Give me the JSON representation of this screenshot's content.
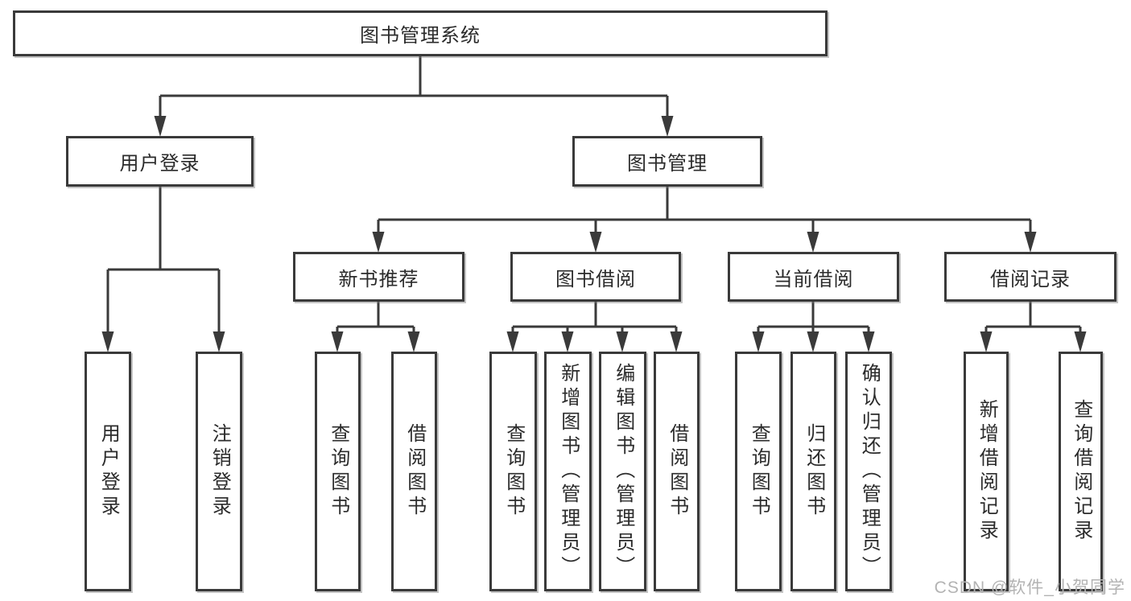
{
  "diagram": {
    "root": "图书管理系统",
    "level2": {
      "user_login": "用户登录",
      "book_management": "图书管理"
    },
    "level3": {
      "new_book_recommend": "新书推荐",
      "book_borrow": "图书借阅",
      "current_borrow": "当前借阅",
      "borrow_records": "借阅记录"
    },
    "leaves": {
      "user_login": "用户登录",
      "logout": "注销登录",
      "recommend_query_books": "查询图书",
      "recommend_borrow_books": "借阅图书",
      "borrow_query_books": "查询图书",
      "borrow_add_book_admin": "新增图书（管理员）",
      "borrow_edit_book_admin": "编辑图书（管理员）",
      "borrow_borrow_books": "借阅图书",
      "current_query_books": "查询图书",
      "current_return_book": "归还图书",
      "current_confirm_return_admin": "确认归还（管理员）",
      "records_add_record": "新增借阅记录",
      "records_query_record": "查询借阅记录"
    }
  },
  "watermark": "CSDN @软件_小贺同学",
  "colors": {
    "line": "#3a3a3a",
    "border": "#3a3a3a",
    "text": "#2b2b2b",
    "watermark": "#b3b3b3",
    "background": "#ffffff"
  }
}
